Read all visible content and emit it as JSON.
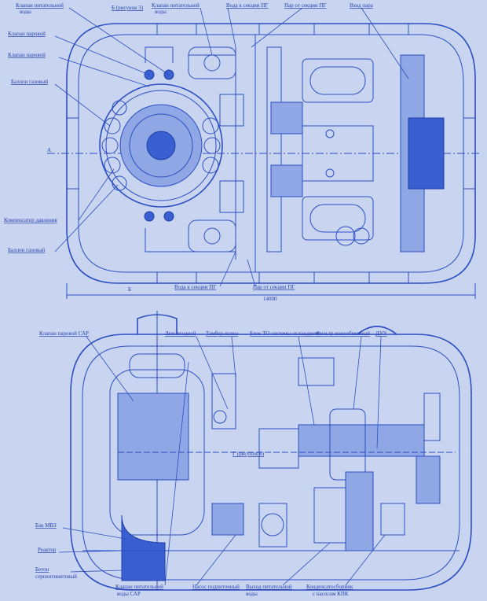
{
  "top_view": {
    "labels": {
      "feed_valve_1": "Клапан питательной",
      "feed_valve_1b": "воды",
      "section_b_ref": "Б (рисунок 3)",
      "feed_valve_2": "Клапан питательной",
      "feed_valve_2b": "воды",
      "water_to_sg_top": "Вода к секции ПГ",
      "steam_from_sg_top": "Пар от секции ПГ",
      "steam_inlet": "Вход пара",
      "steam_valve_1": "Клапан паровой",
      "steam_valve_2": "Клапан паровой",
      "gas_cylinder_1": "Баллон газовый",
      "pressure_compensator": "Компенсатор давления",
      "gas_cylinder_2": "Баллон газовый",
      "water_to_sg_bottom": "Вода к секции ПГ",
      "steam_from_sg_bottom": "Пар от секции ПГ",
      "section_a": "А",
      "section_b": "Б",
      "length_dim": "14000"
    }
  },
  "side_view": {
    "labels": {
      "steam_valve_sar": "Клапан паровой САР",
      "entry_hatch": "Люк входной",
      "airlock": "Тамбур-шлюз",
      "cooling_unit": "Блок ТО системы охлаждения",
      "ion_filter": "Фильтр ионообменный",
      "duu": "ДУУ",
      "mvz_tank": "Бак МВЗ",
      "reactor": "Реактор",
      "concrete_1": "Бетон",
      "concrete_2": "серпентинитовый",
      "feed_valve_sar_1": "Клапан питательной",
      "feed_valve_sar_2": "воды САР",
      "makeup_pump": "Насос подпиточный",
      "feed_outlet_1": "Выход питательной",
      "feed_outlet_2": "воды",
      "condensate_1": "Конденсатосборник",
      "condensate_2": "с насосом КПК",
      "section_g_ref": "Г (рисунок 6)"
    }
  },
  "colors": {
    "background": "#c9d5f0",
    "line": "#2c4fc4"
  }
}
